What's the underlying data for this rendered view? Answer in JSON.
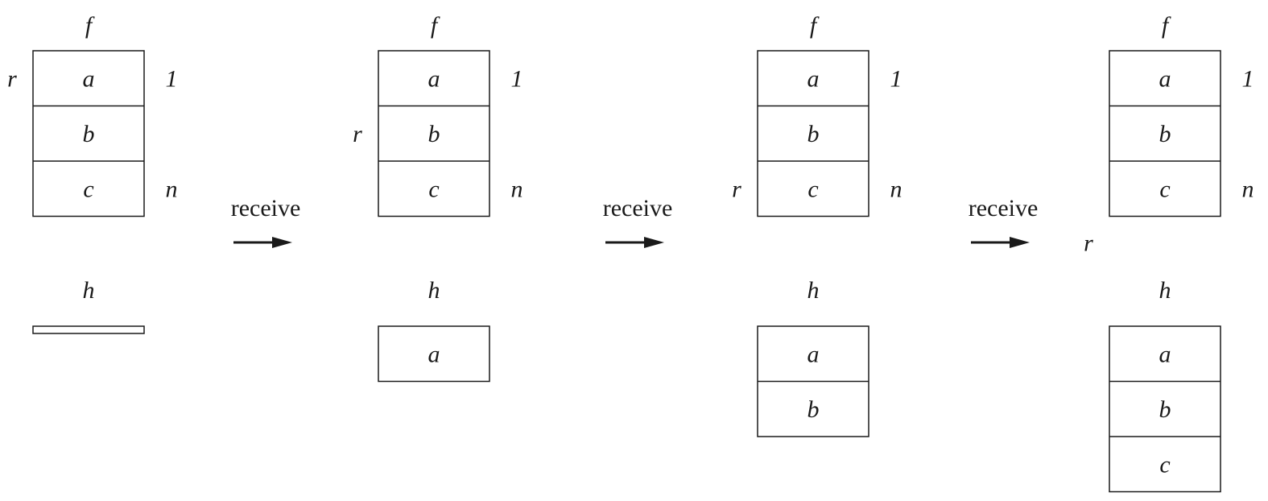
{
  "labels": {
    "f_array": "f",
    "h_array": "h",
    "pointer": "r",
    "first_index": "1",
    "last_index": "n",
    "transition": "receive"
  },
  "states": [
    {
      "pointer_row": 0,
      "f_cells": [
        "a",
        "b",
        "c"
      ],
      "h_cells": []
    },
    {
      "pointer_row": 1,
      "f_cells": [
        "a",
        "b",
        "c"
      ],
      "h_cells": [
        "a"
      ]
    },
    {
      "pointer_row": 2,
      "f_cells": [
        "a",
        "b",
        "c"
      ],
      "h_cells": [
        "a",
        "b"
      ]
    },
    {
      "pointer_row": 3,
      "f_cells": [
        "a",
        "b",
        "c"
      ],
      "h_cells": [
        "a",
        "b",
        "c"
      ]
    }
  ],
  "transitions": [
    "receive",
    "receive",
    "receive"
  ],
  "colors": {
    "ink": "#1a1a1a",
    "background": "#ffffff"
  }
}
